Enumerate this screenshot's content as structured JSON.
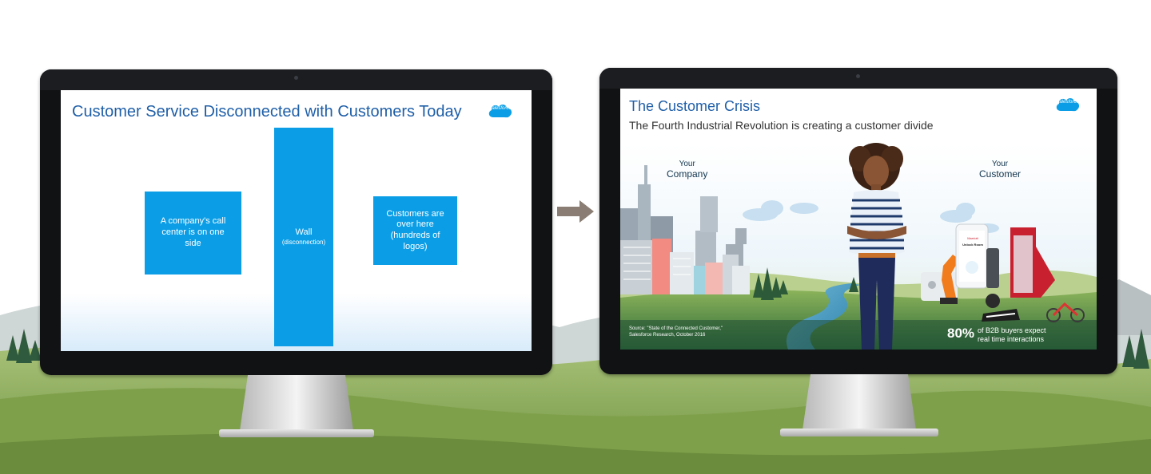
{
  "left_slide": {
    "title": "Customer Service Disconnected with Customers Today",
    "logo_text": "salesforce",
    "box_call_center": "A company's call center is on one side",
    "box_wall_title": "Wall",
    "box_wall_sub": "(disconnection)",
    "box_customers": "Customers are over here (hundreds of logos)"
  },
  "right_slide": {
    "title": "The Customer Crisis",
    "subtitle": "The Fourth Industrial Revolution is creating a customer divide",
    "logo_text": "salesforce",
    "company_label_top": "Your",
    "company_label_bottom": "Company",
    "customer_label_top": "Your",
    "customer_label_bottom": "Customer",
    "source_line1": "Source: \"State of the Connected Customer,\"",
    "source_line2": "Salesforce Research, October 2016",
    "stat_value": "80%",
    "stat_line1": "of B2B buyers expect",
    "stat_line2": "real time interactions",
    "phone_app_text": "Unlock Room",
    "phone_brand": "Marriott"
  },
  "colors": {
    "salesforce_blue": "#0b9ee6",
    "title_blue": "#1f5fa8",
    "bezel": "#111214",
    "grass": "#8cab5a",
    "arrow": "#8a7e74"
  }
}
